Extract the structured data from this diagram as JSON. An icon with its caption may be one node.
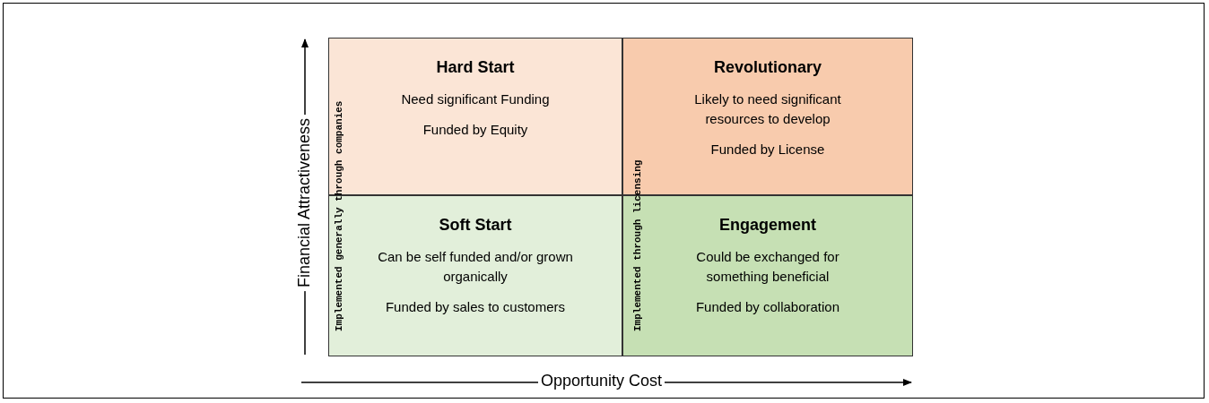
{
  "diagram": {
    "nodes": [
      {
        "text": [
          "Hard Start",
          "Need significant Funding",
          "Funded by Equity"
        ]
      },
      {
        "text": [
          "Revolutionary",
          "Likely to need significant resources to develop",
          "Funded by License"
        ]
      },
      {
        "text": [
          "Soft Start",
          "Can be self funded and/or grown organically",
          "Funded by sales to customers"
        ]
      },
      {
        "text": [
          "Engagement",
          "Could be exchanged for something beneficial",
          "Funded by collaboration"
        ]
      }
    ],
    "labels": [
      "Financial Attractiveness",
      "Implemented generally through companies",
      "Implemented through licensing",
      "Opportunity Cost"
    ]
  }
}
